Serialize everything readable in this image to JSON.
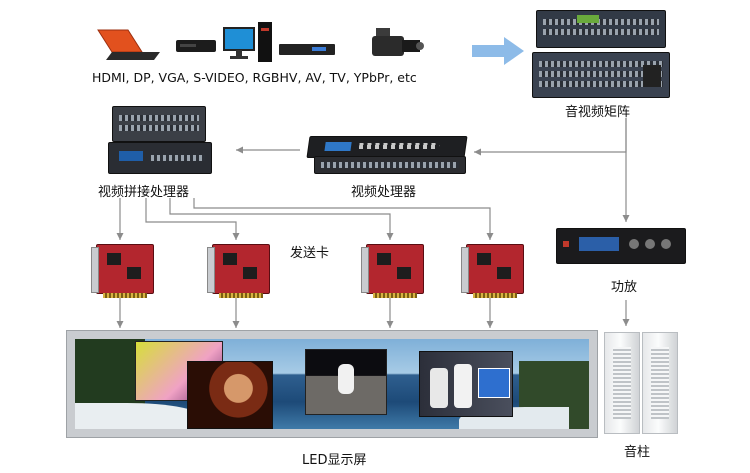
{
  "sources_label": "HDMI, DP, VGA, S-VIDEO, RGBHV, AV, TV, YPbPr, etc",
  "matrix_label": "音视频矩阵",
  "video_processor_label": "视频处理器",
  "splicing_processor_label": "视频拼接处理器",
  "sending_card_label": "发送卡",
  "amplifier_label": "功放",
  "led_screen_label": "LED显示屏",
  "speaker_label": "音柱",
  "colors": {
    "arrow_blue": "#7fb2e5",
    "wire_gray": "#8c8c8c",
    "card_red": "#b3262e",
    "sea_blue": "#2f5f8f"
  }
}
